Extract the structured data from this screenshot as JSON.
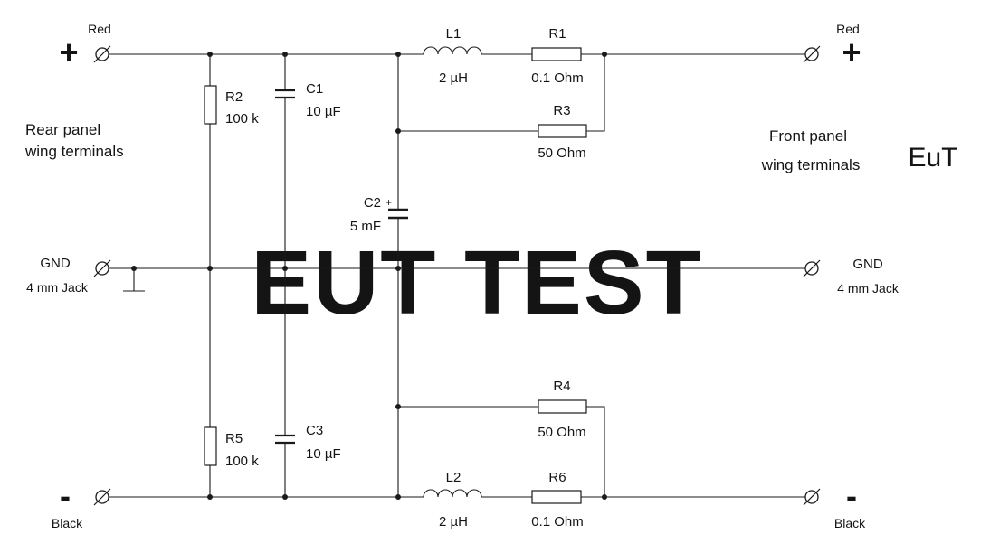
{
  "watermark": {
    "text": "EUT TEST",
    "color": "#b3d2ea"
  },
  "eut_label": "EuT",
  "panels": {
    "rear": {
      "line1": "Rear panel",
      "line2": "wing terminals"
    },
    "front": {
      "line1": "Front panel",
      "line2": "wing terminals"
    }
  },
  "terminals": {
    "left_positive": {
      "color_label": "Red",
      "polarity": "+"
    },
    "left_ground": {
      "label": "GND",
      "jack": "4 mm Jack"
    },
    "left_negative": {
      "color_label": "Black",
      "polarity": "-"
    },
    "right_positive": {
      "color_label": "Red",
      "polarity": "+"
    },
    "right_ground": {
      "label": "GND",
      "jack": "4 mm Jack"
    },
    "right_negative": {
      "color_label": "Black",
      "polarity": "-"
    }
  },
  "components": {
    "l1": {
      "ref": "L1",
      "value": "2 µH"
    },
    "r1": {
      "ref": "R1",
      "value": "0.1 Ohm"
    },
    "r2": {
      "ref": "R2",
      "value": "100 k"
    },
    "r3": {
      "ref": "R3",
      "value": "50 Ohm"
    },
    "r4": {
      "ref": "R4",
      "value": "50 Ohm"
    },
    "r5": {
      "ref": "R5",
      "value": "100 k"
    },
    "r6": {
      "ref": "R6",
      "value": "0.1 Ohm"
    },
    "c1": {
      "ref": "C1",
      "value": "10 µF"
    },
    "c2": {
      "ref": "C2",
      "value": "5 mF",
      "polarity": "+"
    },
    "c3": {
      "ref": "C3",
      "value": "10 µF"
    },
    "l2": {
      "ref": "L2",
      "value": "2 µH"
    }
  }
}
